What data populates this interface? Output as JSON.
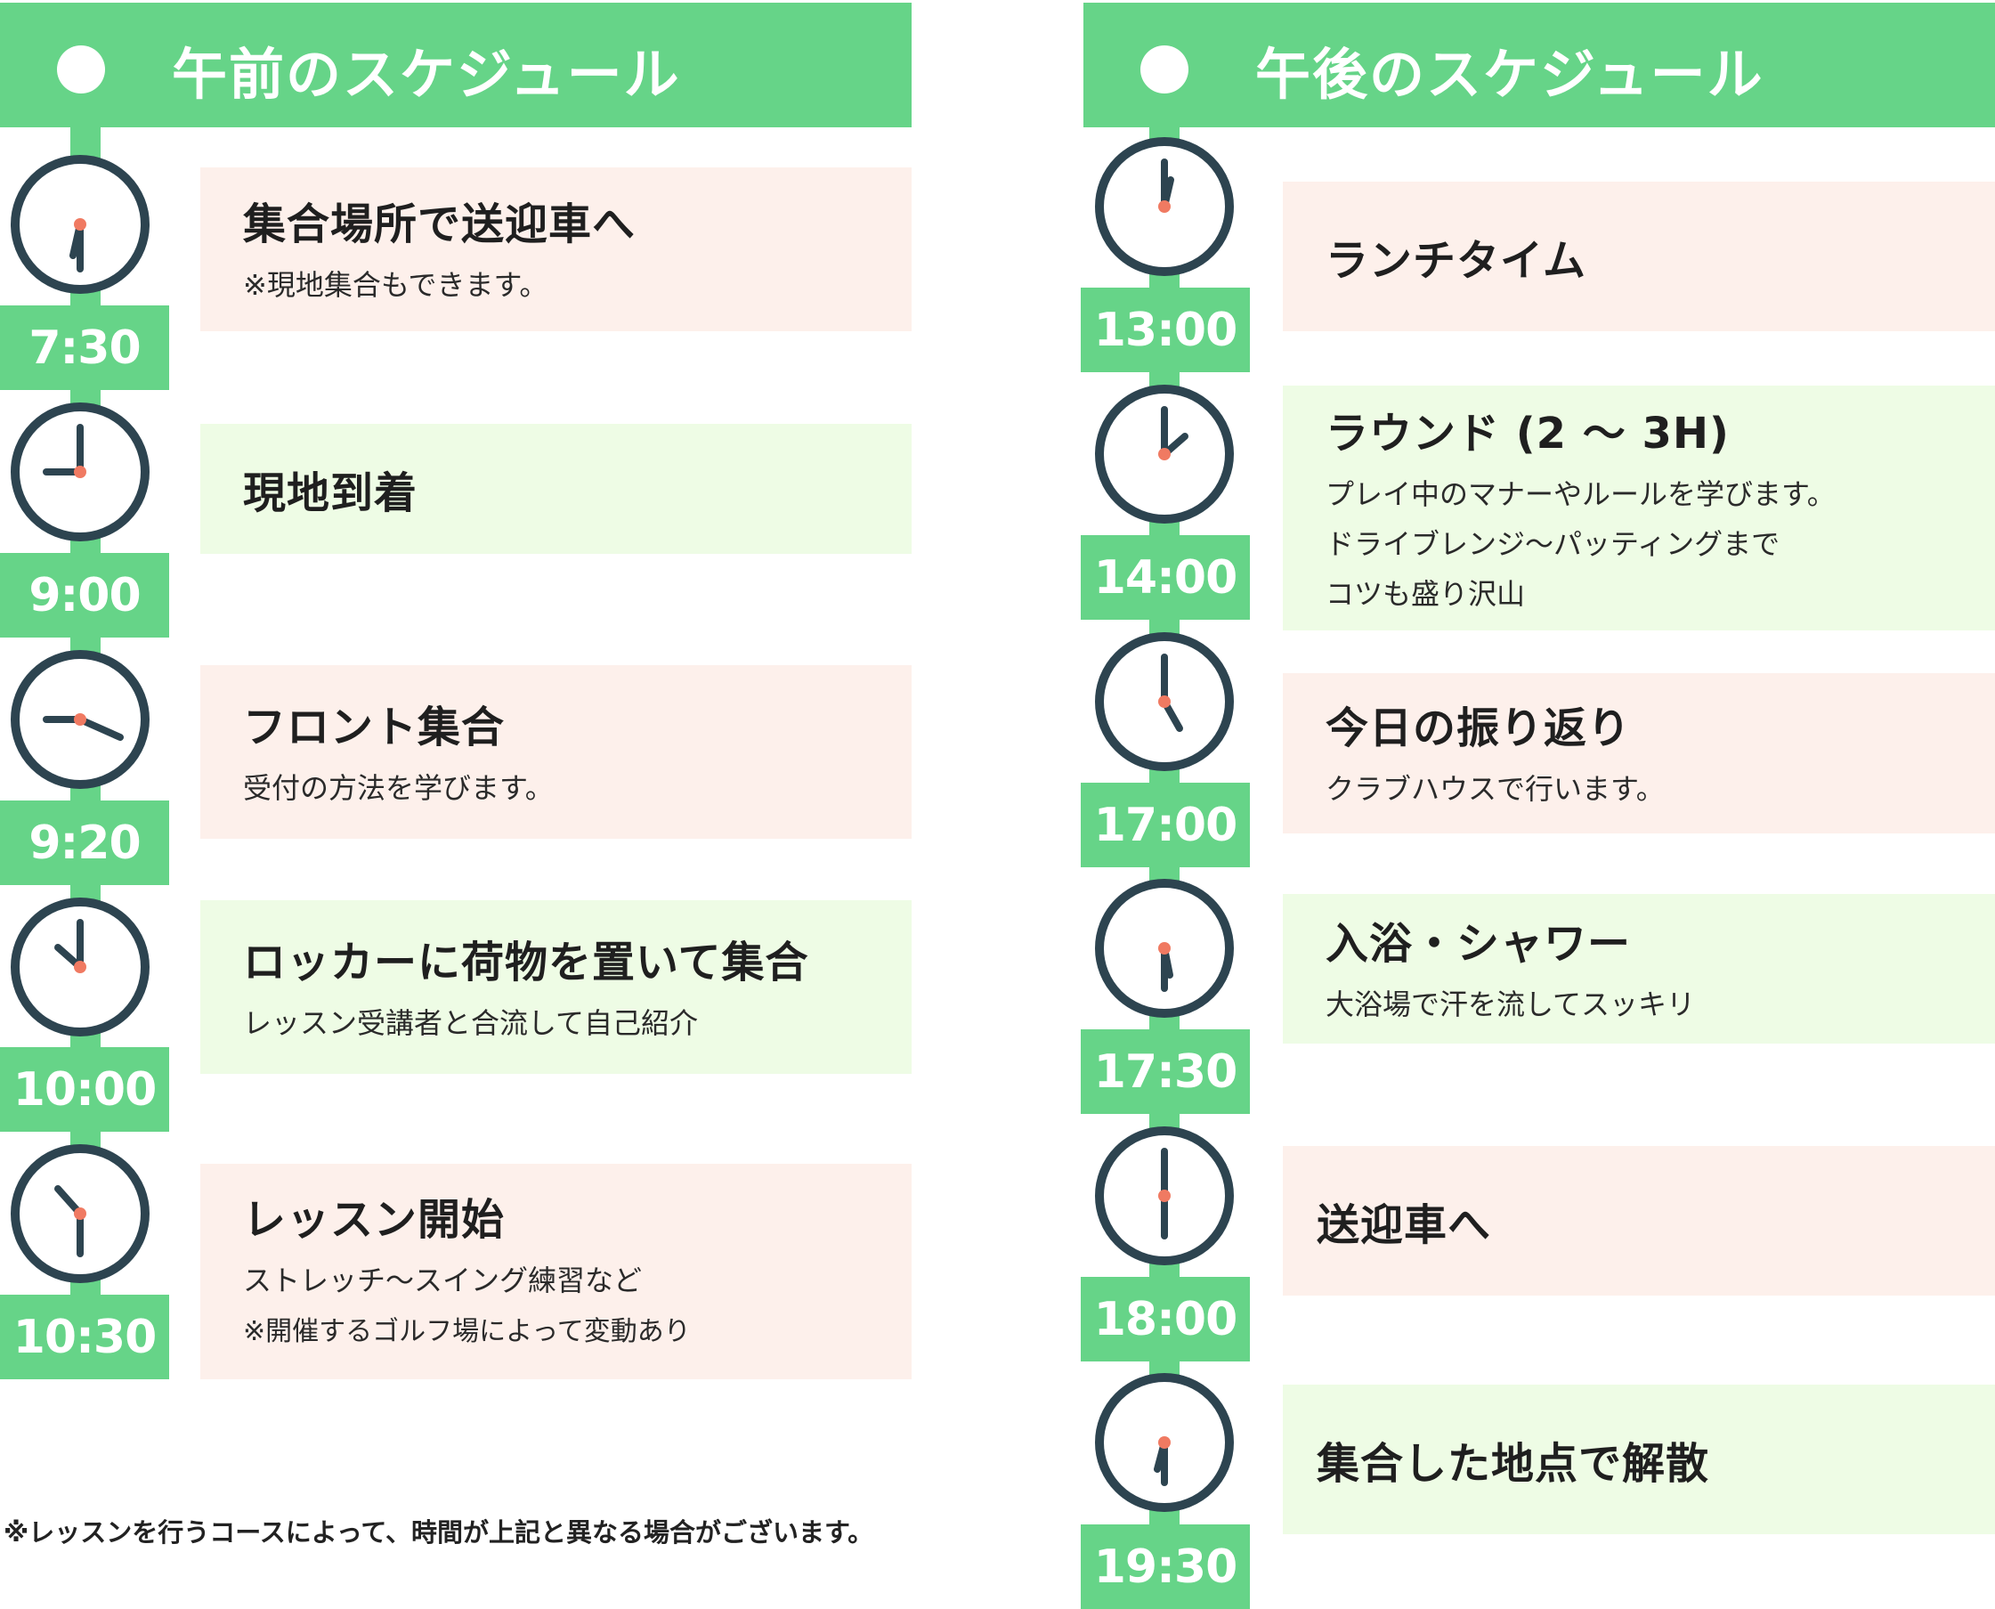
{
  "colors": {
    "accent": "#66d488",
    "pink_card": "#fdf0eb",
    "green_card": "#eefce5",
    "clock_ring": "#2d4450",
    "clock_center": "#f07a62"
  },
  "morning": {
    "title": "午前のスケジュール",
    "items": [
      {
        "time": "7:30",
        "title": "集合場所で送迎車へ",
        "lines": [
          "※現地集合もできます。"
        ]
      },
      {
        "time": "9:00",
        "title": "現地到着",
        "lines": []
      },
      {
        "time": "9:20",
        "title": "フロント集合",
        "lines": [
          "受付の方法を学びます。"
        ]
      },
      {
        "time": "10:00",
        "title": "ロッカーに荷物を置いて集合",
        "lines": [
          "レッスン受講者と合流して自己紹介"
        ]
      },
      {
        "time": "10:30",
        "title": "レッスン開始",
        "lines": [
          "ストレッチ～スイング練習など",
          "※開催するゴルフ場によって変動あり"
        ]
      }
    ]
  },
  "afternoon": {
    "title": "午後のスケジュール",
    "items": [
      {
        "time": "13:00",
        "title": "ランチタイム",
        "lines": []
      },
      {
        "time": "14:00",
        "title": "ラウンド (2 ～ 3H)",
        "lines": [
          "プレイ中のマナーやルールを学びます。",
          "ドライブレンジ～パッティングまで",
          "コツも盛り沢山"
        ]
      },
      {
        "time": "17:00",
        "title": "今日の振り返り",
        "lines": [
          "クラブハウスで行います。"
        ]
      },
      {
        "time": "17:30",
        "title": "入浴・シャワー",
        "lines": [
          "大浴場で汗を流してスッキリ"
        ]
      },
      {
        "time": "18:00",
        "title": "送迎車へ",
        "lines": []
      },
      {
        "time": "19:30",
        "title": "集合した地点で解散",
        "lines": []
      }
    ]
  },
  "footnote": "※レッスンを行うコースによって、時間が上記と異なる場合がございます。"
}
